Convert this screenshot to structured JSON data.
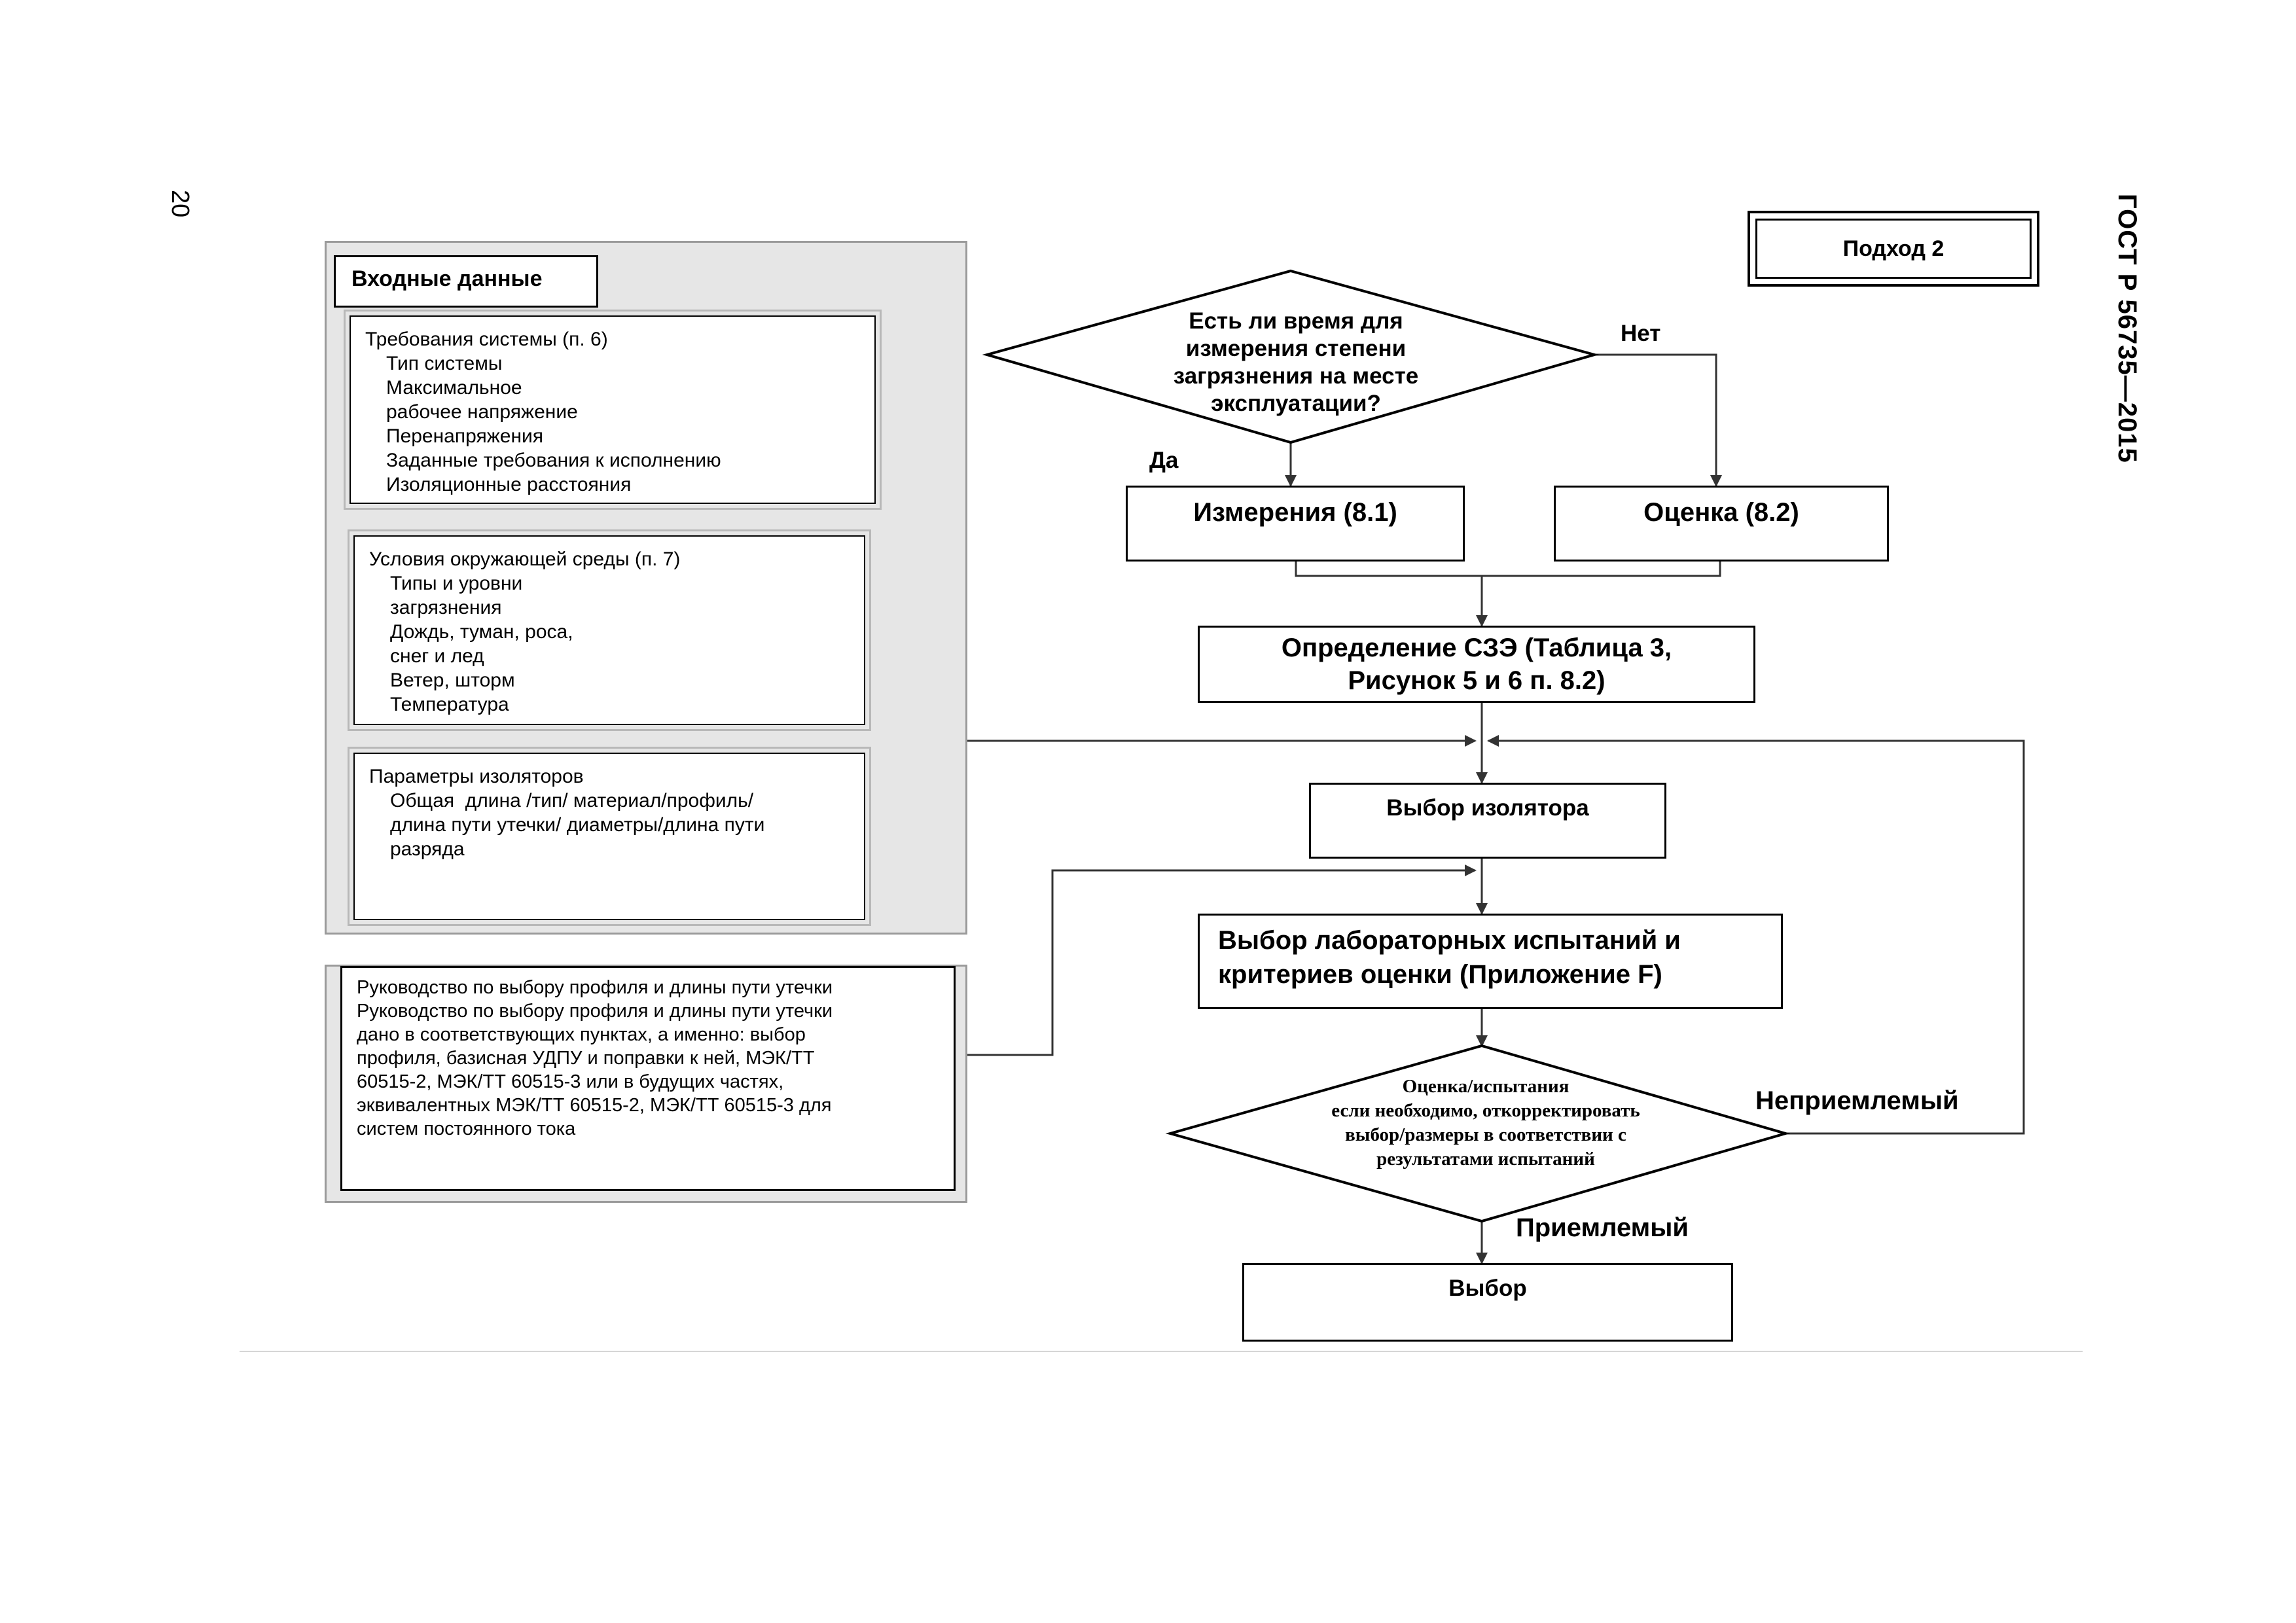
{
  "page_number": "20",
  "standard_code": "ГОСТ Р 56735—2015",
  "approach_label": "Подход 2",
  "input": {
    "title": "Входные данные",
    "system": [
      "Требования системы (п. 6)",
      "Тип системы",
      "Максимальное",
      "рабочее напряжение",
      "Перенапряжения",
      "Заданные требования к исполнению",
      "Изоляционные расстояния"
    ],
    "environment": [
      "Условия окружающей среды (п. 7)",
      "Типы и уровни",
      "загрязнения",
      "Дождь, туман, роса,",
      "снег и лед",
      "Ветер, шторм",
      "Температура"
    ],
    "insulator": [
      "Параметры изоляторов",
      "Общая  длина /тип/ материал/профиль/",
      "длина пути утечки/ диаметры/длина пути",
      "разряда"
    ]
  },
  "guide": {
    "lines": [
      "Руководство по выбору профиля и длины пути утечки",
      "Руководство по выбору профиля и длины пути утечки",
      "дано в соответствующих пунктах, а именно: выбор",
      "профиля, базисная УДПУ и поправки к ней, МЭК/ТТ",
      "60515-2, МЭК/ТТ 60515-3 или в будущих частях,",
      "эквивалентных МЭК/ТТ 60515-2, МЭК/ТТ 60515-3 для",
      "систем постоянного тока"
    ]
  },
  "flow": {
    "question": [
      "Есть ли время для",
      "измерения степени",
      "загрязнения на месте",
      "эксплуатации?"
    ],
    "yes": "Да",
    "no": "Нет",
    "measure": "Измерения (8.1)",
    "assess": "Оценка (8.2)",
    "sse": [
      "Определение СЗЭ (Таблица 3,",
      "Рисунок 5 и 6 п. 8.2)"
    ],
    "insulator_choice": "Выбор изолятора",
    "lab": [
      "Выбор лабораторных испытаний и",
      "критериев оценки (Приложение F)"
    ],
    "test": [
      "Оценка/испытания",
      "если необходимо, откорректировать",
      "выбор/размеры в соответствии с",
      "результатами испытаний"
    ],
    "unacceptable": "Неприемлемый",
    "acceptable": "Приемлемый",
    "final": "Выбор"
  }
}
